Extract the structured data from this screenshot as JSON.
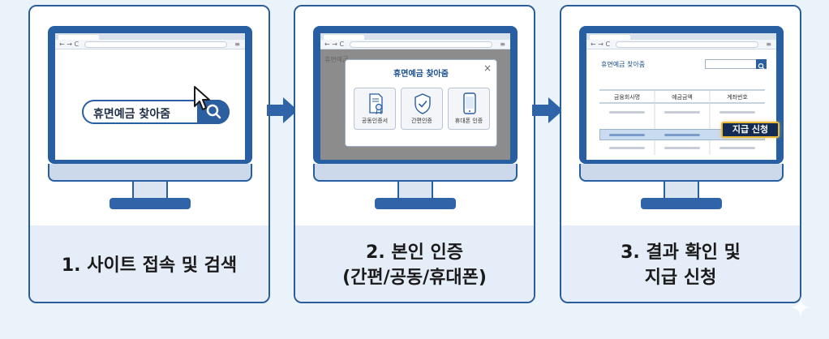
{
  "steps": [
    {
      "caption_lines": [
        "1. 사이트 접속 및 검색"
      ],
      "search_text": "휴면예금 찾아줌"
    },
    {
      "caption_lines": [
        "2. 본인 인증",
        "(간편/공동/휴대폰)"
      ],
      "site_label": "휴면예금",
      "dialog_title": "휴면예금 찾아줌",
      "dialog_close": "×",
      "auth_options": [
        {
          "label": "공동인증서",
          "icon": "certificate-icon"
        },
        {
          "label": "간편인증",
          "icon": "shield-check-icon"
        },
        {
          "label": "휴대폰 인증",
          "icon": "smartphone-icon"
        }
      ]
    },
    {
      "caption_lines": [
        "3. 결과 확인 및",
        "지급 신청"
      ],
      "site_title": "휴면예금 찾아줌",
      "table_headers": [
        "금융회사명",
        "예금금액",
        "계좌번호"
      ],
      "apply_button": "지급 신청"
    }
  ],
  "browser": {
    "nav_glyphs": "← → C",
    "menu_glyph": "≡"
  },
  "colors": {
    "page_bg": "#eaf2fa",
    "panel_border": "#2a5d99",
    "monitor_blue": "#285ea2",
    "arrow_blue": "#2f64a8",
    "badge_bg": "#132a52",
    "badge_border": "#e8b93a"
  }
}
